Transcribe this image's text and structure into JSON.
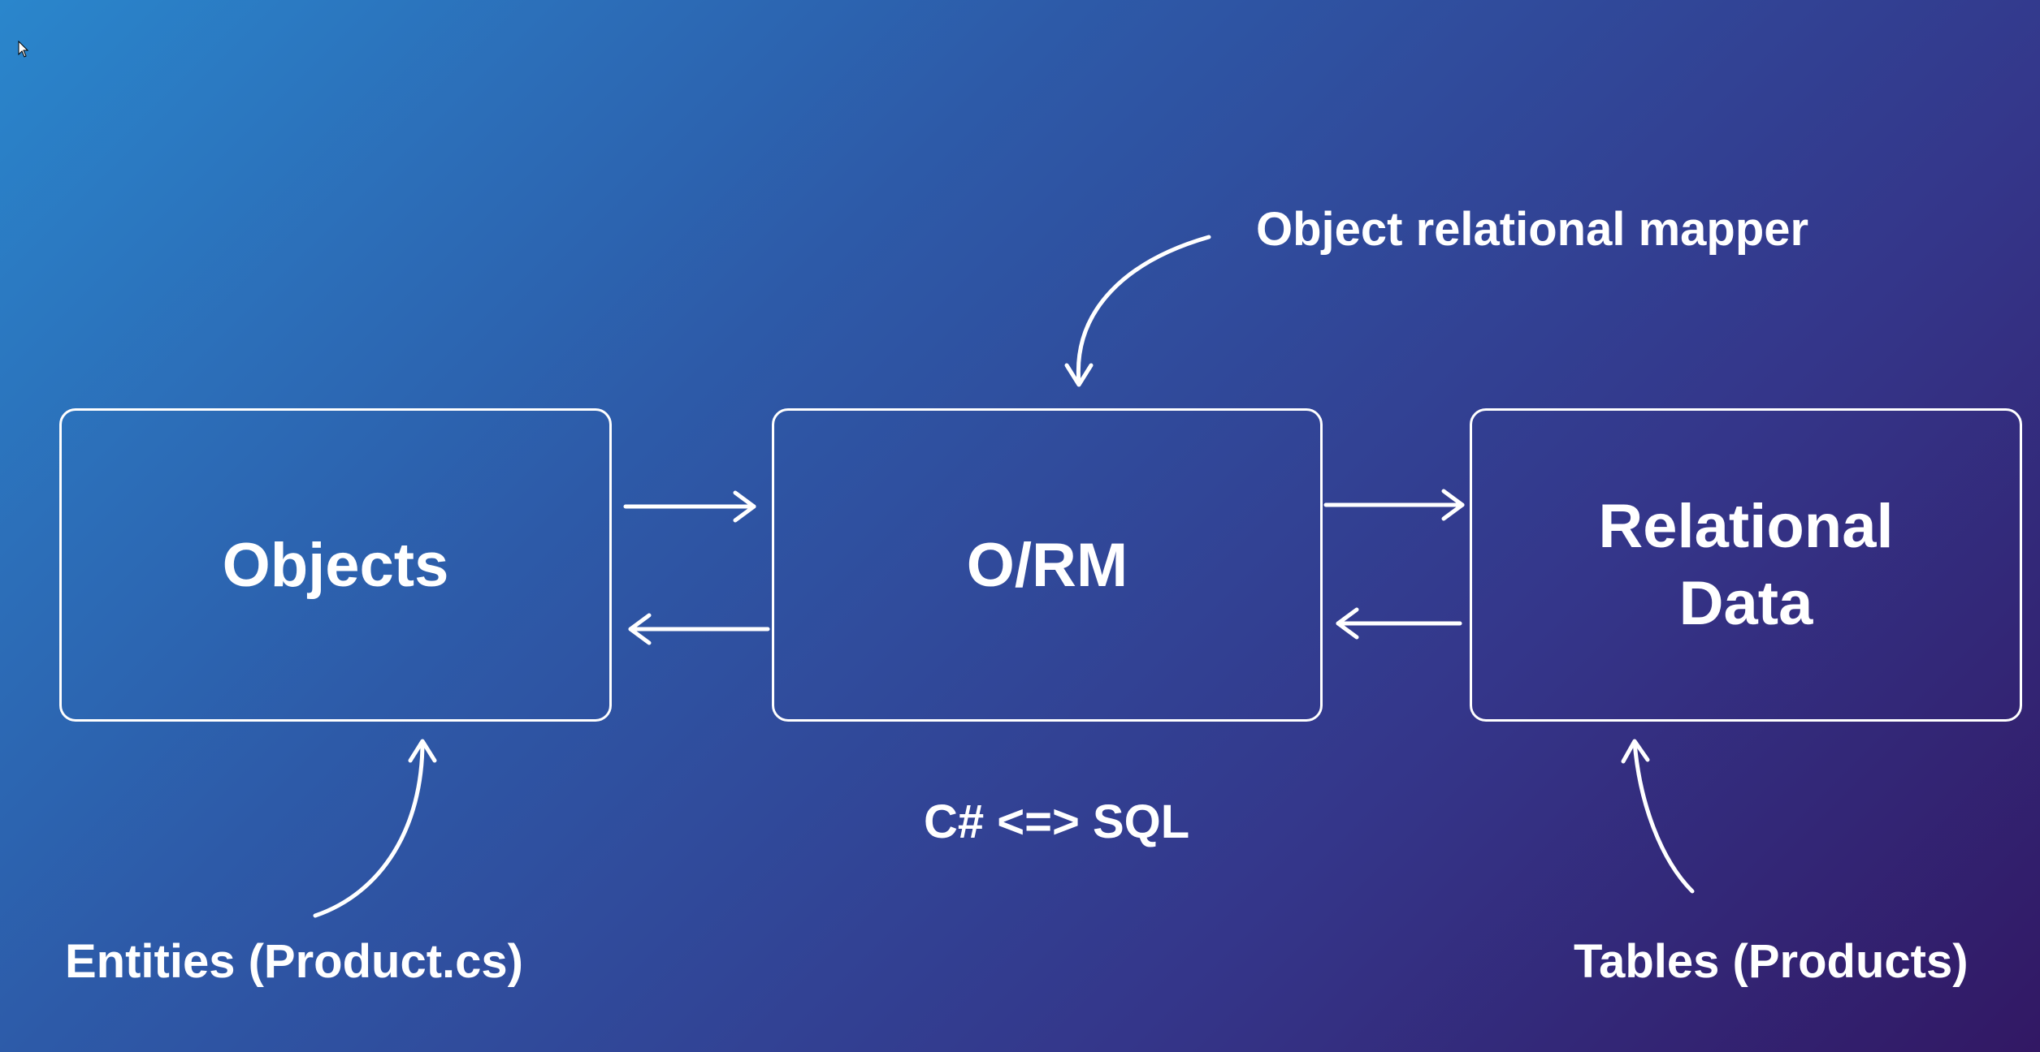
{
  "diagram": {
    "boxes": {
      "objects": "Objects",
      "orm": "O/RM",
      "relational_line1": "Relational",
      "relational_line2": "Data"
    },
    "captions": {
      "mapper": "Object relational mapper",
      "csharp_sql": "C# <=> SQL",
      "entities": "Entities (Product.cs)",
      "tables": "Tables (Products)"
    },
    "colors": {
      "stroke": "#ffffff",
      "gradient_start": "#2a86cc",
      "gradient_end": "#321864"
    },
    "icons": {
      "cursor": "mouse-pointer-icon"
    }
  }
}
